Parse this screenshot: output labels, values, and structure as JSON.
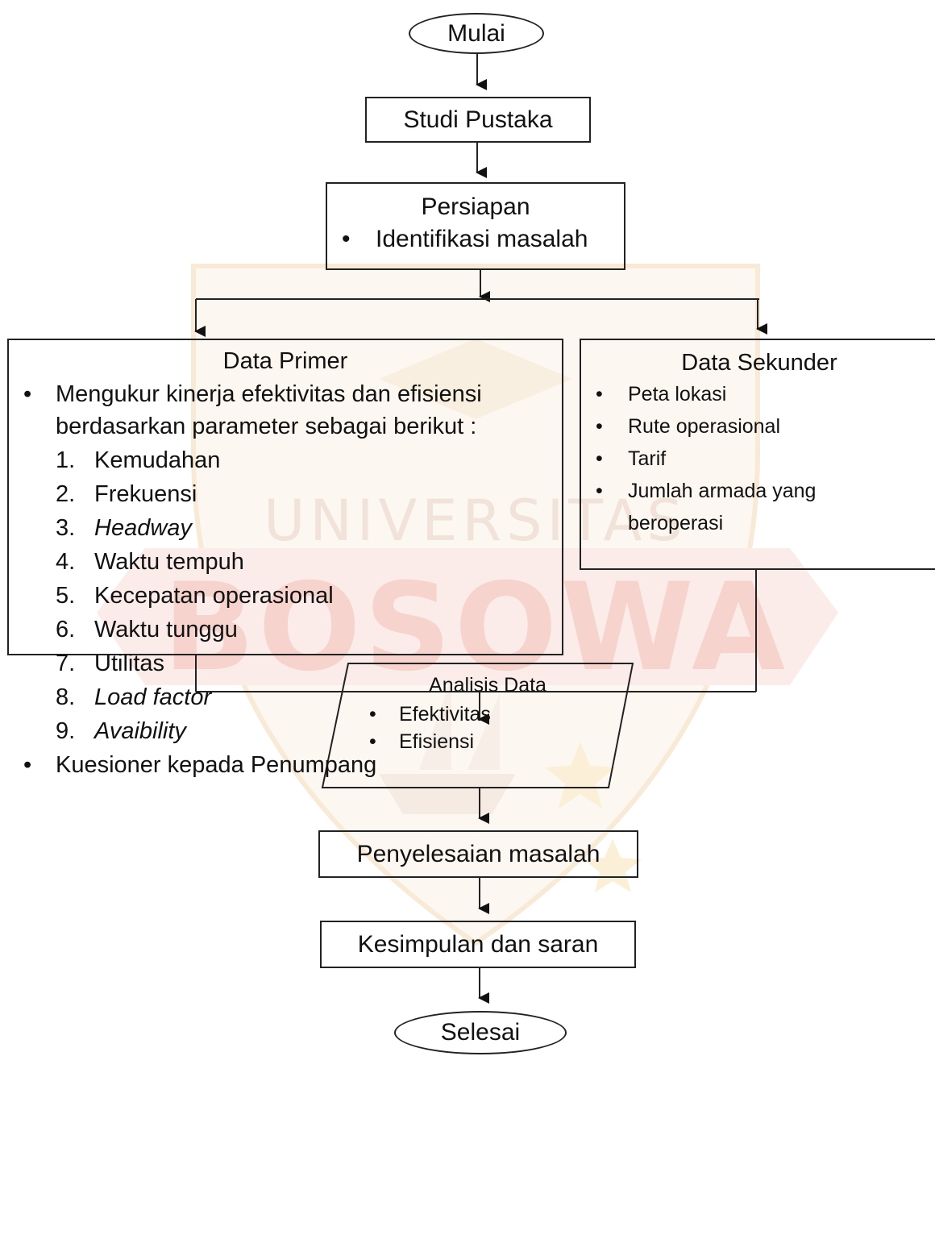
{
  "watermark": {
    "line1": "UNIVERSITAS",
    "line2": "BOSOWA"
  },
  "nodes": {
    "mulai": "Mulai",
    "studi_pustaka": "Studi Pustaka",
    "persiapan": {
      "title": "Persiapan",
      "items": [
        "Identifikasi masalah"
      ]
    },
    "data_primer": {
      "title": "Data Primer",
      "bullet1_line1": "Mengukur kinerja efektivitas dan efisiensi",
      "bullet1_line2": "berdasarkan parameter sebagai berikut :",
      "params": [
        {
          "num": "1.",
          "label": "Kemudahan"
        },
        {
          "num": "2.",
          "label": "Frekuensi"
        },
        {
          "num": "3.",
          "label": "Headway"
        },
        {
          "num": "4.",
          "label": "Waktu tempuh"
        },
        {
          "num": "5.",
          "label": "Kecepatan operasional"
        },
        {
          "num": "6.",
          "label": "Waktu tunggu"
        },
        {
          "num": "7.",
          "label": "Utilitas"
        },
        {
          "num": "8.",
          "label": "Load factor"
        },
        {
          "num": "9.",
          "label": "Avaibility"
        }
      ],
      "bullet2": "Kuesioner kepada Penumpang"
    },
    "data_sekunder": {
      "title": "Data Sekunder",
      "items": [
        "Peta lokasi",
        "Rute operasional",
        "Tarif",
        "Jumlah armada yang"
      ],
      "item4_cont": "beroperasi"
    },
    "analisis_data": {
      "title": "Analisis Data",
      "items": [
        "Efektivitas",
        "Efisiensi"
      ]
    },
    "penyelesaian": "Penyelesaian masalah",
    "kesimpulan": "Kesimpulan dan saran",
    "selesai": "Selesai"
  }
}
